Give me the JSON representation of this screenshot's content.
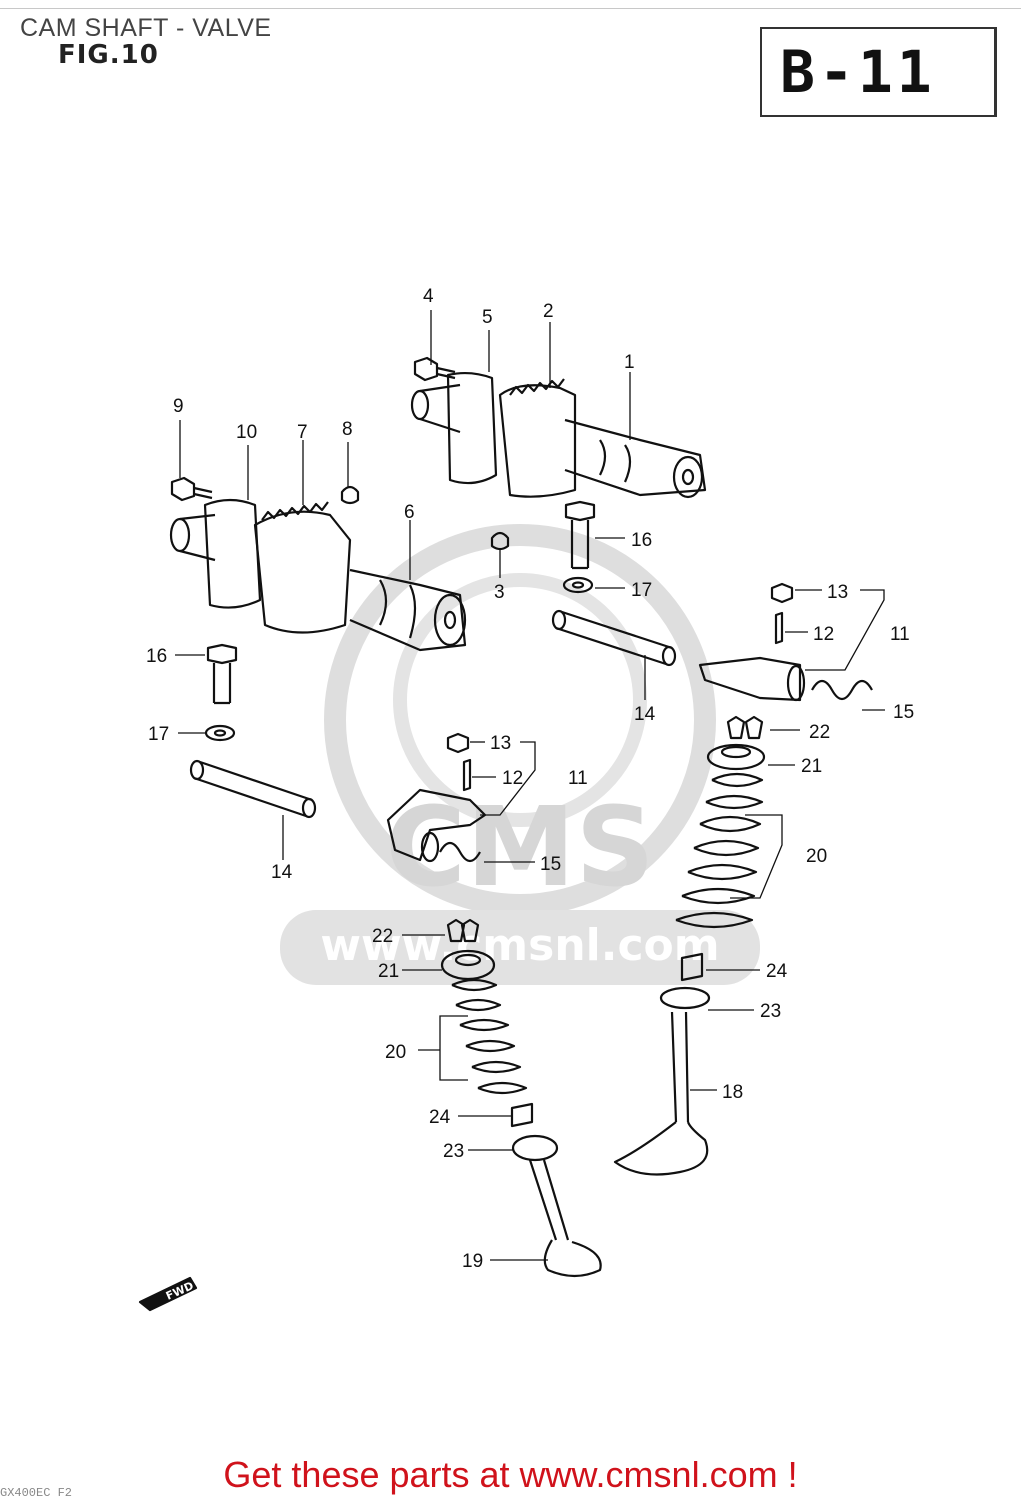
{
  "header": {
    "title": "CAM SHAFT - VALVE",
    "figure": "FIG.10",
    "code": "B-11"
  },
  "callouts": [
    "1",
    "2",
    "3",
    "4",
    "5",
    "6",
    "7",
    "8",
    "9",
    "10",
    "11",
    "12",
    "13",
    "14",
    "15",
    "16",
    "17",
    "18",
    "19",
    "20",
    "21",
    "22",
    "23",
    "24"
  ],
  "watermark": {
    "logo_text": "CMS",
    "url_text": "www.cmsnl.com"
  },
  "fwd_label": "FWD",
  "footer": {
    "text": "Get these parts at www.cmsnl.com !",
    "code": "GX400EC F2"
  },
  "colors": {
    "footer_red": "#d0121b",
    "ink": "#111111",
    "watermark": "#d6d6d6"
  }
}
